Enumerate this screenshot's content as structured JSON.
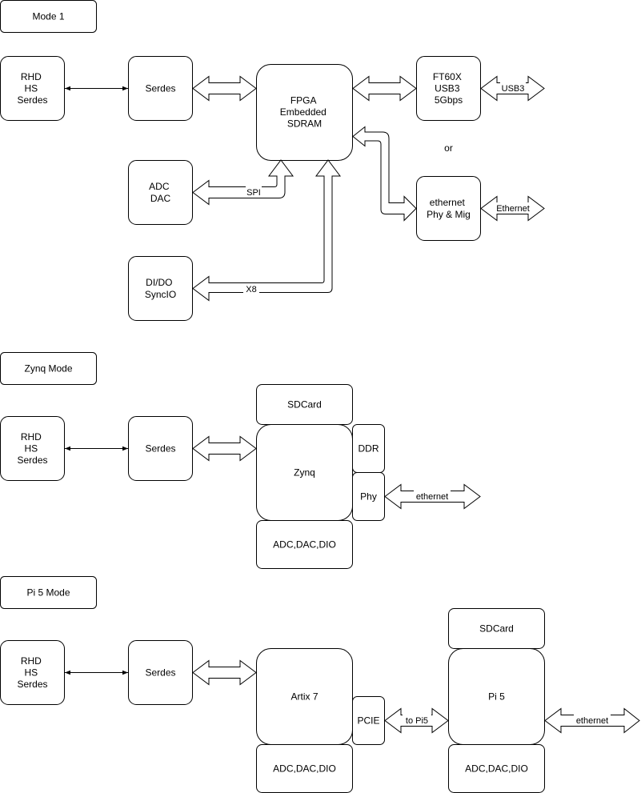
{
  "modes": {
    "mode1": "Mode 1",
    "zynq": "Zynq Mode",
    "pi5": "Pi 5 Mode"
  },
  "mode1": {
    "rhd": [
      "RHD",
      "HS",
      "Serdes"
    ],
    "serdes": "Serdes",
    "fpga": [
      "FPGA",
      "Embedded",
      "SDRAM"
    ],
    "ft60x": [
      "FT60X",
      "USB3",
      "5Gbps"
    ],
    "or": "or",
    "ethernet": [
      "ethernet",
      "Phy & Mig"
    ],
    "adc": [
      "ADC",
      "DAC"
    ],
    "dio": [
      "DI/DO",
      "SyncIO"
    ],
    "usb3_label": "USB3",
    "ethernet_label": "Ethernet",
    "spi_label": "SPI",
    "x8_label": "X8"
  },
  "zynq_mode": {
    "rhd": [
      "RHD",
      "HS",
      "Serdes"
    ],
    "serdes": "Serdes",
    "sdcard": "SDCard",
    "zynq": "Zynq",
    "ddr": "DDR",
    "phy": "Phy",
    "adc": "ADC,DAC,DIO",
    "ethernet_label": "ethernet"
  },
  "pi5_mode": {
    "rhd": [
      "RHD",
      "HS",
      "Serdes"
    ],
    "serdes": "Serdes",
    "artix": "Artix 7",
    "adc_artix": "ADC,DAC,DIO",
    "pcie": "PCIE",
    "to_pi5_label": "to Pi5",
    "sdcard": "SDCard",
    "pi5": "Pi 5",
    "adc_pi5": "ADC,DAC,DIO",
    "ethernet_label": "ethernet"
  }
}
